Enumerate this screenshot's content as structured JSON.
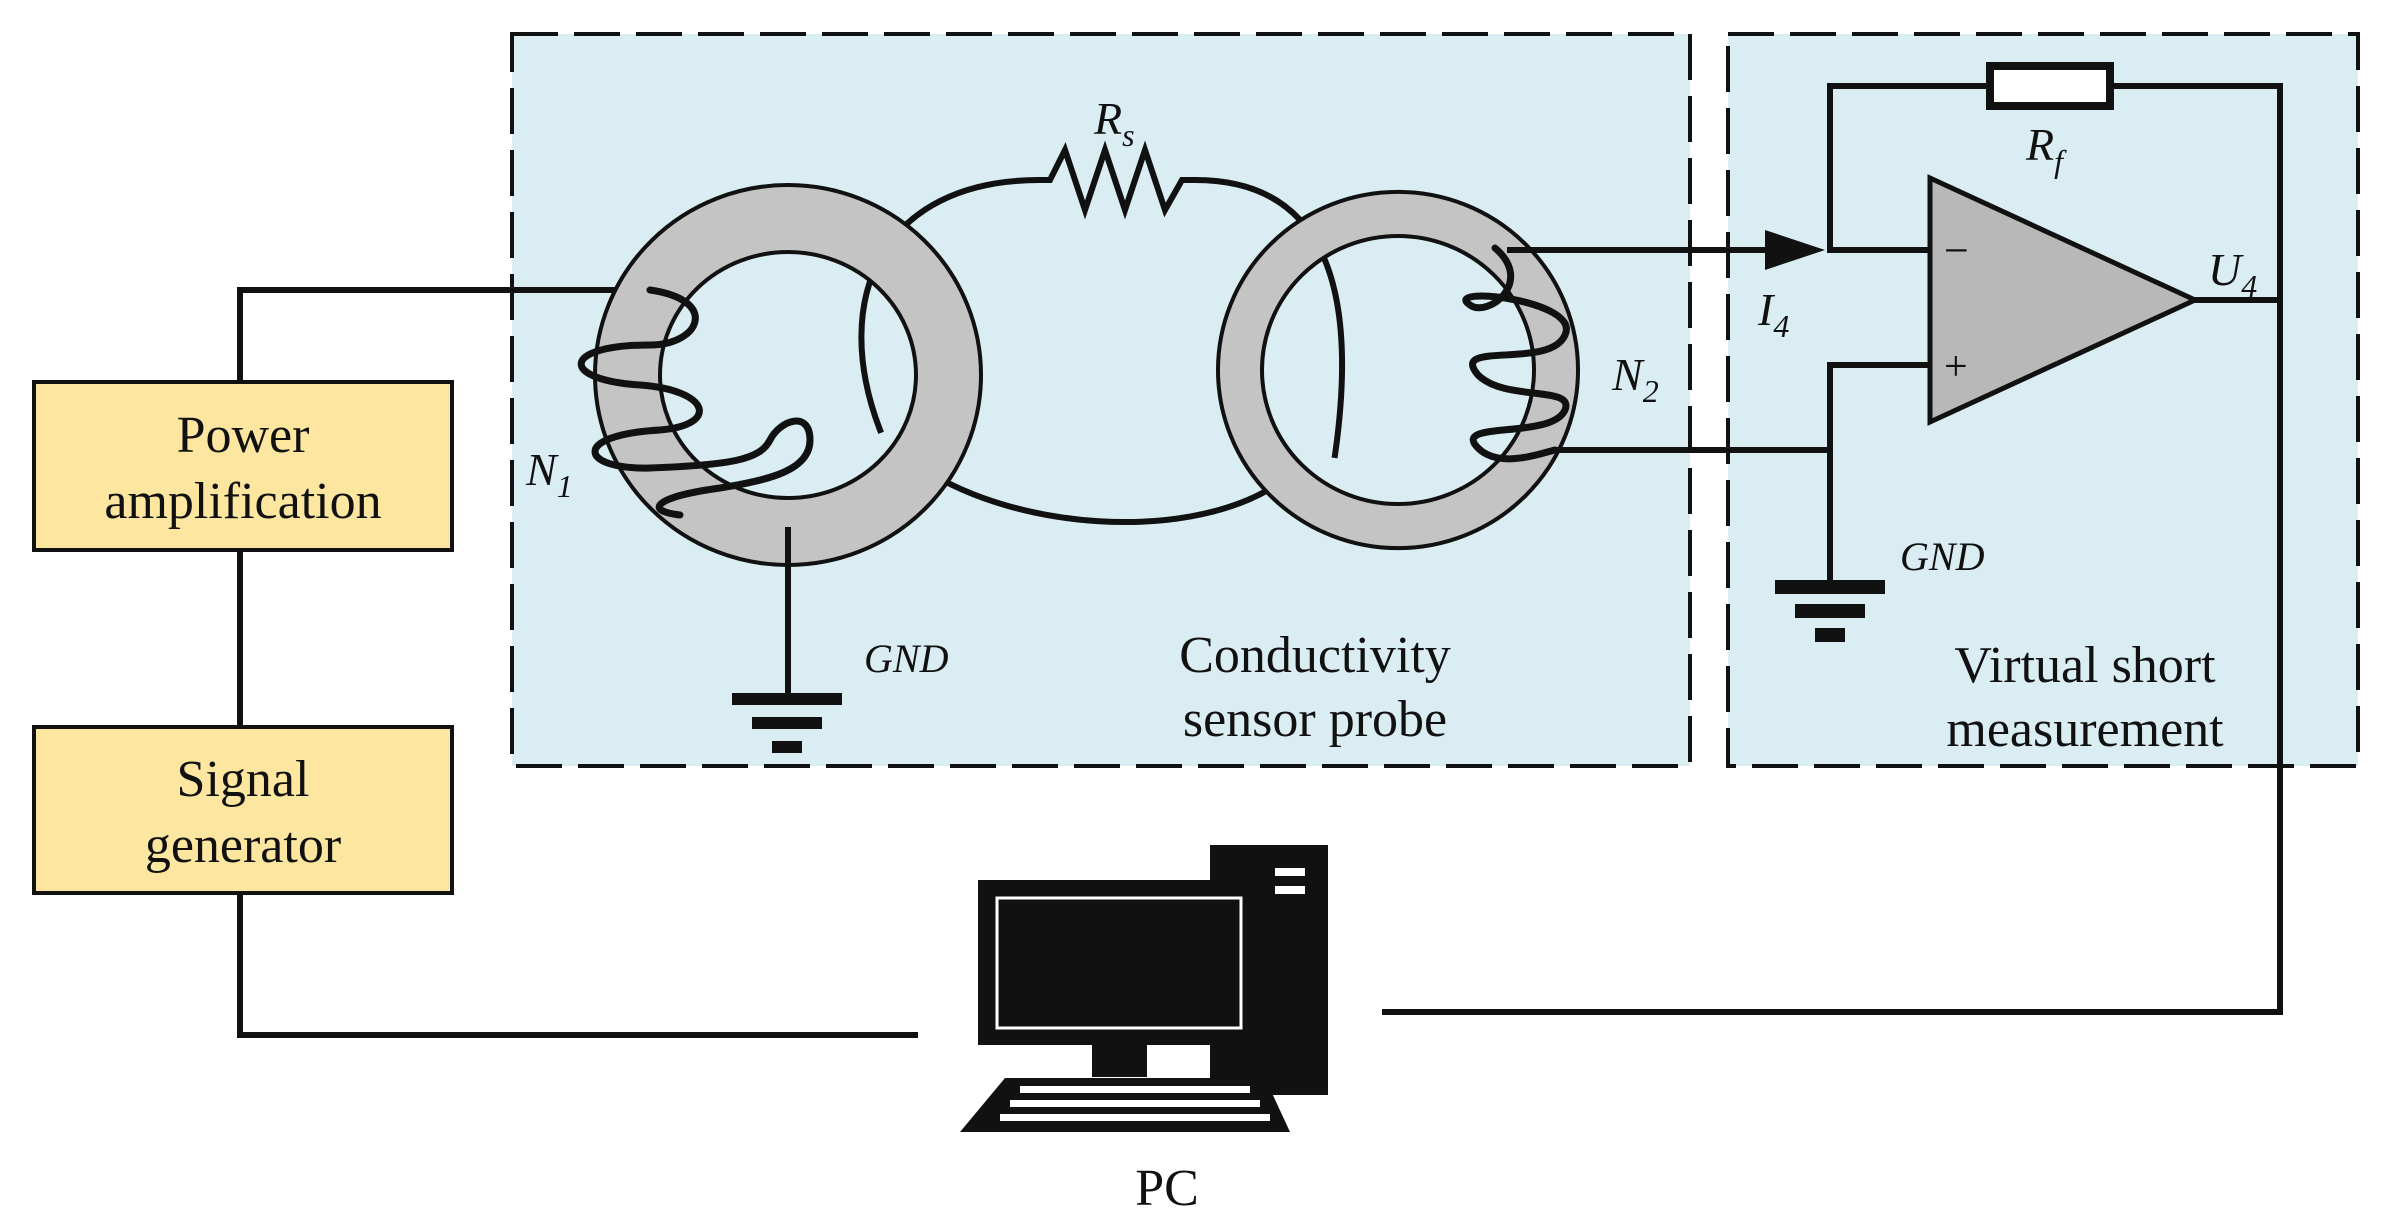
{
  "blocks": {
    "power_amplification": {
      "line1": "Power",
      "line2": "amplification"
    },
    "signal_generator": {
      "line1": "Signal",
      "line2": "generator"
    }
  },
  "zones": {
    "sensor_probe": {
      "line1": "Conductivity",
      "line2": "sensor probe"
    },
    "virtual_short": {
      "line1": "Virtual short",
      "line2": "measurement"
    }
  },
  "symbols": {
    "rs": {
      "base": "R",
      "sub": "s"
    },
    "rf": {
      "base": "R",
      "sub": "f"
    },
    "n1": {
      "base": "N",
      "sub": "1"
    },
    "n2": {
      "base": "N",
      "sub": "2"
    },
    "i4": {
      "base": "I",
      "sub": "4"
    },
    "u4": {
      "base": "U",
      "sub": "4"
    },
    "gnd_left": "GND",
    "gnd_right": "GND",
    "minus": "−",
    "plus": "+"
  },
  "pc": {
    "label": "PC"
  },
  "colors": {
    "block_fill": "#fce6a0",
    "zone_fill": "#daedf3",
    "core_fill": "#c4c4c4",
    "opamp_fill": "#b8b8b8",
    "line": "#111111"
  }
}
